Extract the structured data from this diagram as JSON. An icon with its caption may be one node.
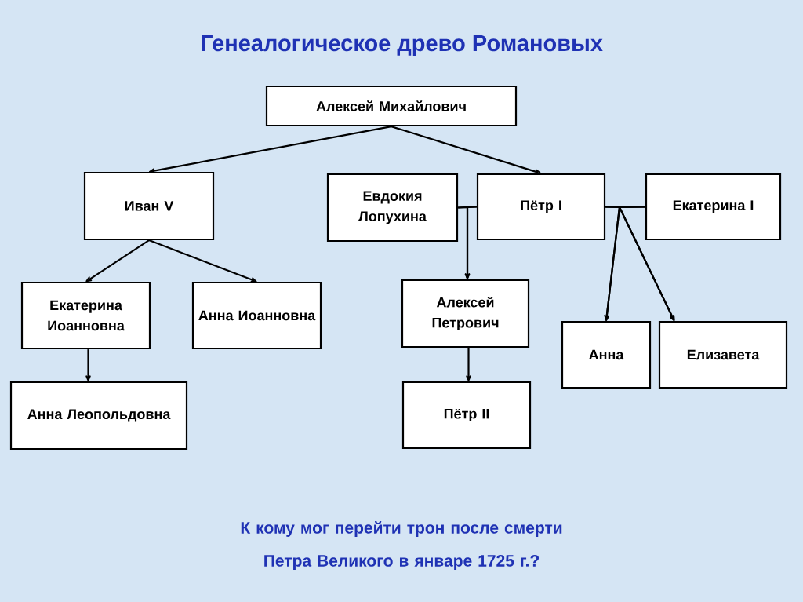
{
  "diagram": {
    "title": "Генеалогическое древо Романовых",
    "nodes": [
      {
        "text": [
          "Алексей Михайлович"
        ]
      },
      {
        "text": [
          "Иван V"
        ]
      },
      {
        "text": [
          "Евдокия Лопухина"
        ]
      },
      {
        "text": [
          "Пётр I"
        ]
      },
      {
        "text": [
          "Екатерина I"
        ]
      },
      {
        "text": [
          "Екатерина Иоанновна"
        ]
      },
      {
        "text": [
          "Анна Иоанновна"
        ]
      },
      {
        "text": [
          "Алексей Петрович"
        ]
      },
      {
        "text": [
          "Анна"
        ]
      },
      {
        "text": [
          "Елизавета"
        ]
      },
      {
        "text": [
          "Анна Леопольдовна"
        ]
      },
      {
        "text": [
          "Пётр II"
        ]
      }
    ],
    "edges": [
      {
        "from": 0,
        "to": 1,
        "arrow": "to"
      },
      {
        "from": 0,
        "to": 3,
        "arrow": "to"
      },
      {
        "from": 1,
        "to": 5,
        "arrow": "to"
      },
      {
        "from": 1,
        "to": 6,
        "arrow": "to"
      },
      {
        "from": 2,
        "to": 3,
        "arrow": "none"
      },
      {
        "from": 2,
        "to": 7,
        "arrow": "to"
      },
      {
        "from": 3,
        "to": 7,
        "arrow": "to"
      },
      {
        "from": 3,
        "to": 4,
        "arrow": "none"
      },
      {
        "from": 3,
        "to": 8,
        "arrow": "to"
      },
      {
        "from": 4,
        "to": 8,
        "arrow": "to"
      },
      {
        "from": 3,
        "to": 9,
        "arrow": "to"
      },
      {
        "from": 4,
        "to": 9,
        "arrow": "to"
      },
      {
        "from": 5,
        "to": 10,
        "arrow": "to"
      },
      {
        "from": 7,
        "to": 11,
        "arrow": "to"
      }
    ],
    "labels": [
      "К кому мог перейти трон после смерти Петра Великого в январе 1725 г.?"
    ]
  }
}
